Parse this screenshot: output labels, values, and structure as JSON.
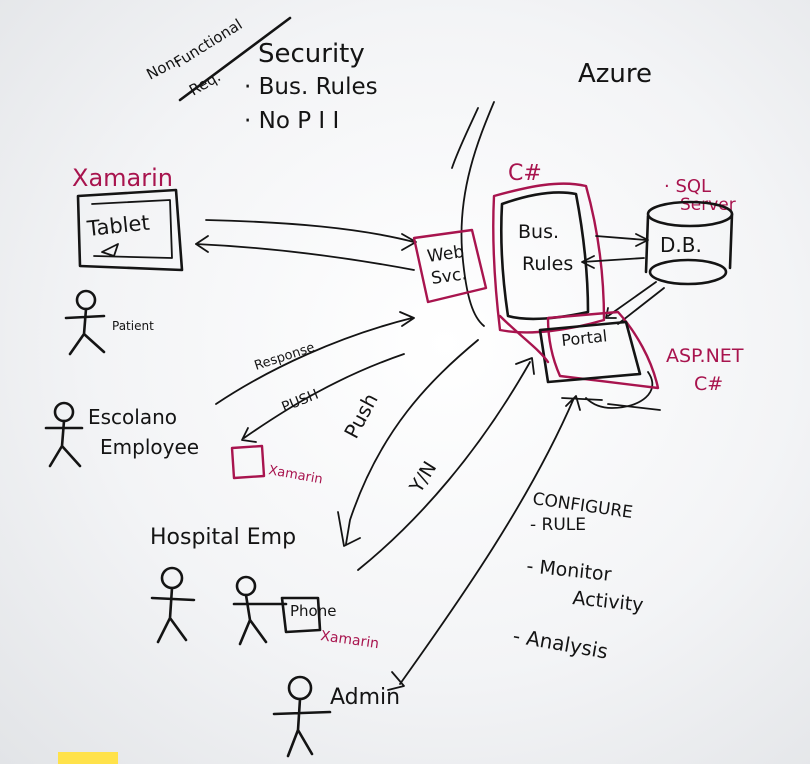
{
  "notes": {
    "nonfunctional_line1": "Non-",
    "nonfunctional_line2": "Functional",
    "nonfunctional_line3": "Req.",
    "security": "Security",
    "bullet_rules": "· Bus. Rules",
    "bullet_pii": "· No P I I"
  },
  "cloud": {
    "label": "Azure"
  },
  "tablet": {
    "tech": "Xamarin",
    "label": "Tablet",
    "user": "Patient"
  },
  "web_service": {
    "line1": "Web",
    "line2": "Svc."
  },
  "business_rules": {
    "tech": "C#",
    "line1": "Bus.",
    "line2": "Rules"
  },
  "database": {
    "tech_line1": "· SQL",
    "tech_line2": "Server",
    "label": "D.B."
  },
  "portal": {
    "label": "Portal",
    "tech_line1": "ASP.NET",
    "tech_line2": "C#"
  },
  "arrows": {
    "response": "Response",
    "push1": "PUSH",
    "push2": "Push",
    "yes_no": "Y/N"
  },
  "escolano": {
    "line1": "Escolano",
    "line2": "Employee",
    "tech": "Xamarin"
  },
  "hospital": {
    "label": "Hospital Emp",
    "device": "Phone",
    "tech": "Xamarin"
  },
  "admin": {
    "label": "Admin"
  },
  "portal_tasks": {
    "configure_line1": "CONFIGURE",
    "configure_line2": "- RULE",
    "monitor_line1": "- Monitor",
    "monitor_line2": "Activity",
    "analysis": "- Analysis"
  },
  "colors": {
    "black_marker": "#141414",
    "red_marker": "#a8144e",
    "board": "#f3f4f6"
  }
}
